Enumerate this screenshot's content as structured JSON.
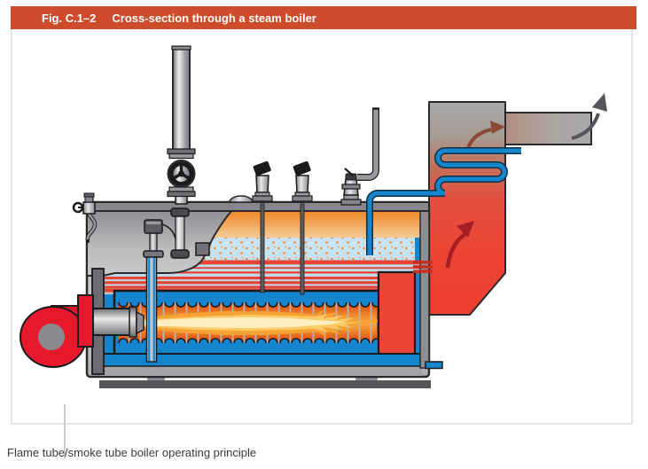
{
  "figure": {
    "header": {
      "fig_label": "Fig. C.1–2",
      "title": "Cross-section through a steam boiler"
    },
    "caption": "Flame tube/smoke tube boiler operating principle"
  },
  "colors": {
    "header_bg": "#CE4B2C",
    "header_text": "#FFFFFF",
    "figure_border": "#E2E6E6",
    "caption_text": "#3A3A3C",
    "water_blue": "#1585CE",
    "feedwater_pipe_blue": "#1585CE",
    "steam_space_orange_top": "#EE8322",
    "steam_space_orange_bottom": "#F8CE9C",
    "flue_red": "#E74433",
    "burner_red": "#E8192C",
    "flame_outer": "#F5A133",
    "flame_mid": "#FBCA66",
    "flame_core": "#FDEFC2",
    "steel_gray": "#A9A9AD",
    "outline": "#1B1B1D",
    "hot_flue_arrow": "#A51E24",
    "warm_flue_arrow": "#8E4A38",
    "exit_flue_arrow": "#55555A"
  },
  "diagram": {
    "components": [
      "burner-fan",
      "burner-flange",
      "burner-gun",
      "flame",
      "flame-tube",
      "smoke-tubes",
      "steam-space",
      "water-space",
      "water-level-probes",
      "safety-valve",
      "vent-pipe",
      "main-steam-valve",
      "steam-outlet-pipe",
      "water-level-gauge",
      "pressure-transmitter",
      "blowdown-valve",
      "manhole",
      "feedwater-pipe",
      "economizer-coil",
      "flue-gas-duct",
      "reversing-chamber",
      "stack-outlet",
      "base-skid"
    ]
  }
}
